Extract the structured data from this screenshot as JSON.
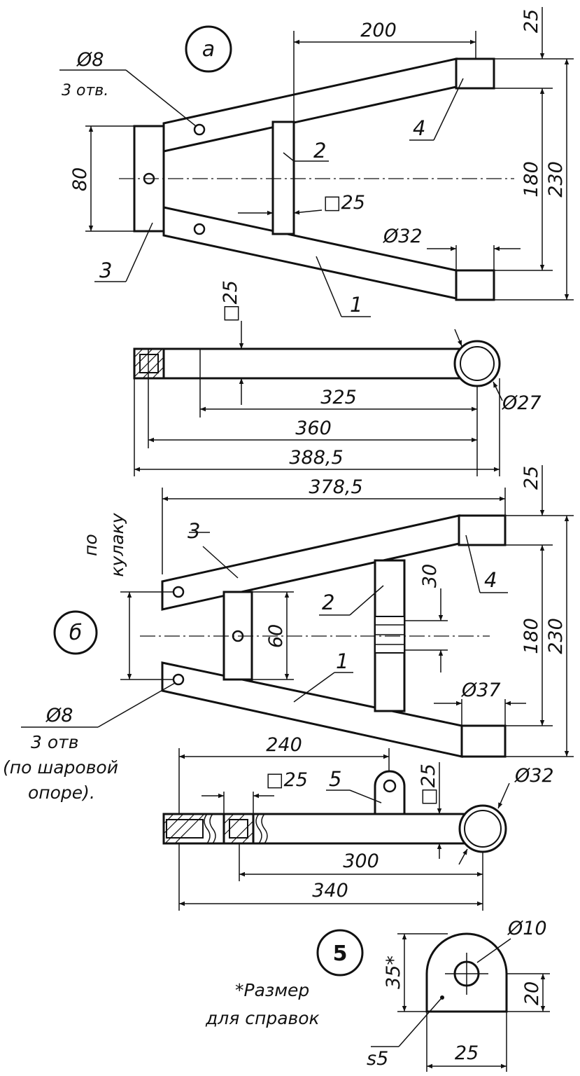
{
  "view_a": {
    "marker": "a",
    "dims": {
      "top_len": "200",
      "flange": "25",
      "span_inner": "180",
      "span_outer": "230",
      "width": "80",
      "crossbar": "□25",
      "bushing": "Ø32"
    },
    "hole_note": {
      "dia": "Ø8",
      "count": "3 отв."
    },
    "callouts": {
      "p1": "1",
      "p2": "2",
      "p3": "3",
      "p4": "4"
    }
  },
  "side_a": {
    "dims": {
      "tube": "□25",
      "d325": "325",
      "d360": "360",
      "d388": "388,5",
      "bushing": "Ø27"
    }
  },
  "view_b": {
    "marker": "б",
    "dims": {
      "overall": "378,5",
      "flange": "25",
      "d30": "30",
      "d60": "60",
      "span_inner": "180",
      "span_outer": "230",
      "bushing": "Ø37"
    },
    "knuckle_note": {
      "line1": "по",
      "line2": "кулаку"
    },
    "hole_note": {
      "dia": "Ø8",
      "count": "3 отв",
      "line3": "(по шаровой",
      "line4": "опоре)."
    },
    "callouts": {
      "p1": "1",
      "p2": "2",
      "p3": "3",
      "p4": "4"
    }
  },
  "side_b": {
    "dims": {
      "d240": "240",
      "tube": "□25",
      "tube_v": "□25",
      "d300": "300",
      "d340": "340",
      "bushing": "Ø32"
    },
    "callouts": {
      "p5": "5"
    }
  },
  "detail_5": {
    "marker": "5",
    "dims": {
      "hole": "Ø10",
      "height": "35*",
      "d20": "20",
      "width": "25",
      "thickness": "s5"
    },
    "ref_note": {
      "line1": "*Размер",
      "line2": "для справок"
    }
  }
}
